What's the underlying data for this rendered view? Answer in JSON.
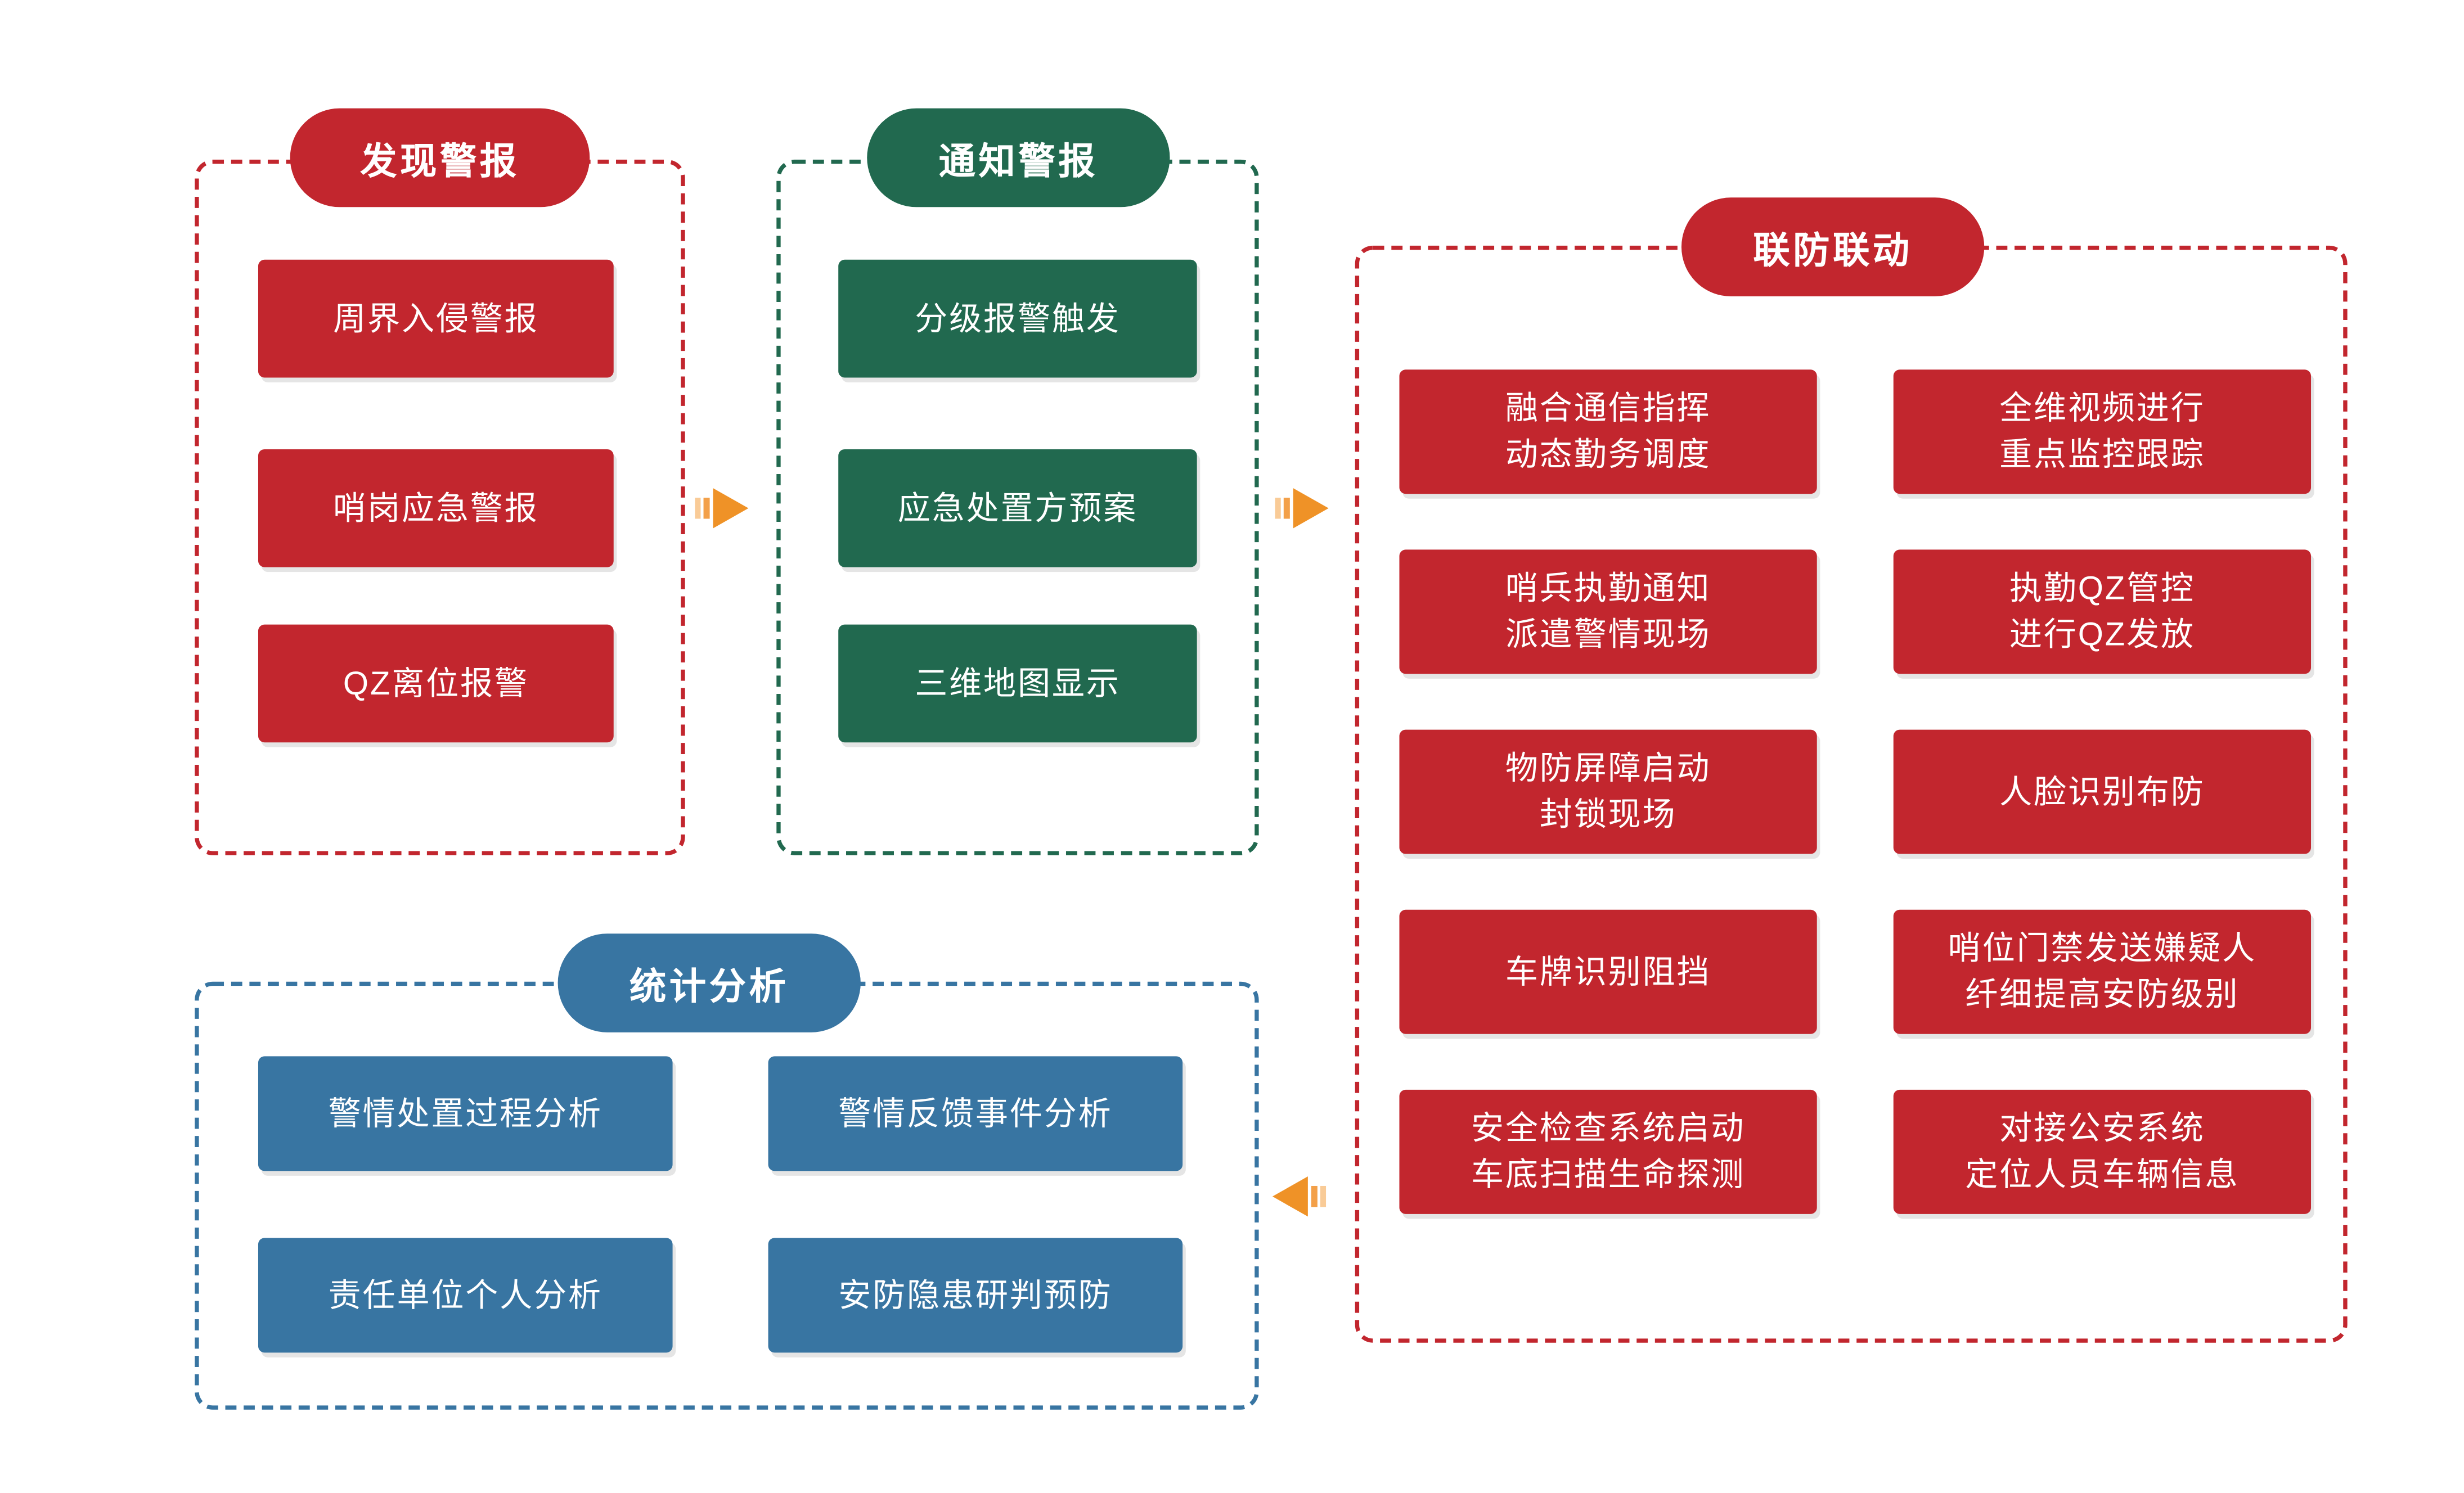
{
  "groups": {
    "discover": {
      "title": "发现警报",
      "accent_color": "#c2262e",
      "items": [
        "周界入侵警报",
        "哨岗应急警报",
        "QZ离位报警"
      ]
    },
    "notify": {
      "title": "通知警报",
      "accent_color": "#21694f",
      "items": [
        "分级报警触发",
        "应急处置方预案",
        "三维地图显示"
      ]
    },
    "joint": {
      "title": "联防联动",
      "accent_color": "#c2262e",
      "left_items": [
        "融合通信指挥\n动态勤务调度",
        "哨兵执勤通知\n派遣警情现场",
        "物防屏障启动\n封锁现场",
        "车牌识别阻挡",
        "安全检查系统启动\n车底扫描生命探测"
      ],
      "right_items": [
        "全维视频进行\n重点监控跟踪",
        "执勤QZ管控\n进行QZ发放",
        "人脸识别布防",
        "哨位门禁发送嫌疑人\n纤细提高安防级别",
        "对接公安系统\n定位人员车辆信息"
      ]
    },
    "stats": {
      "title": "统计分析",
      "accent_color": "#3875a2",
      "items": [
        "警情处置过程分析",
        "警情反馈事件分析",
        "责任单位个人分析",
        "安防隐患研判预防"
      ]
    }
  },
  "arrows": [
    {
      "name": "discover-to-notify",
      "direction": "right"
    },
    {
      "name": "notify-to-joint",
      "direction": "right"
    },
    {
      "name": "joint-to-stats",
      "direction": "left"
    }
  ],
  "colors": {
    "red": "#c2262e",
    "green": "#21694f",
    "blue": "#3875a2",
    "arrow_solid": "#ef9227",
    "arrow_stripe_mid": "#f3a049",
    "arrow_stripe_light": "#f9cb97",
    "background": "#ffffff"
  }
}
